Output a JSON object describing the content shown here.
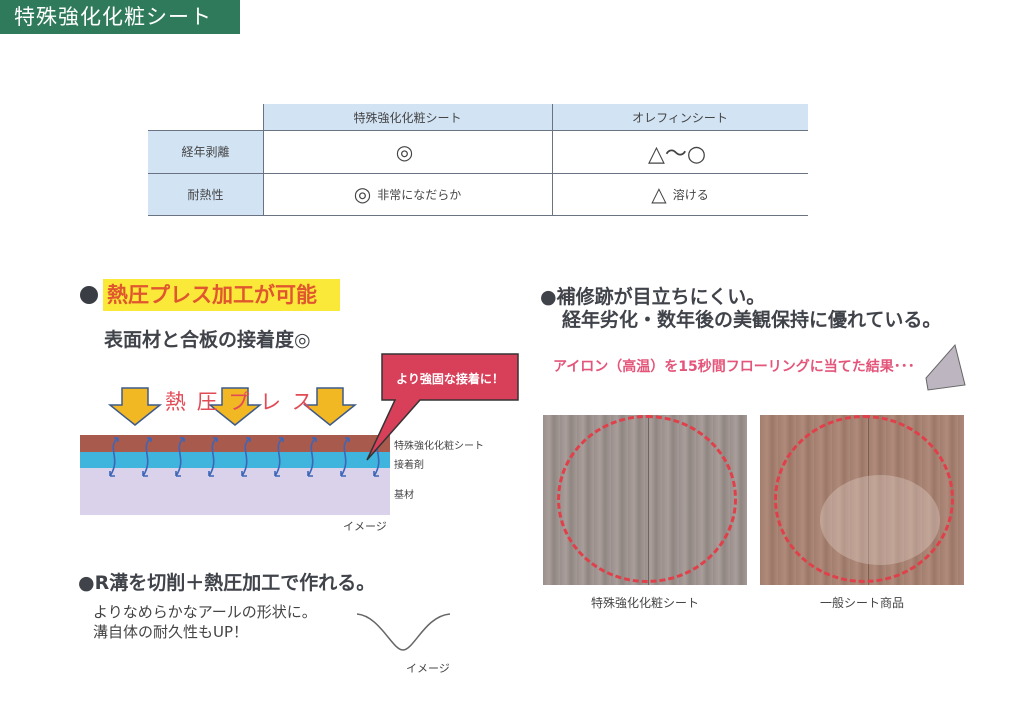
{
  "title": "特殊強化化粧シート",
  "table": {
    "headers": [
      "特殊強化化粧シート",
      "オレフィンシート"
    ],
    "rows": [
      {
        "label": "経年剥離",
        "col1_symbol": "◎",
        "col1_text": "",
        "col2_symbol": "△～○",
        "col2_text": ""
      },
      {
        "label": "耐熱性",
        "col1_symbol": "◎",
        "col1_text": "非常になだらか",
        "col2_symbol": "△",
        "col2_text": "溶ける"
      }
    ]
  },
  "press": {
    "heading": "熱圧プレス加工が可能",
    "sub": "表面材と合板の接着度◎",
    "press_label": "熱 圧 プ レ ス",
    "callout": "より強固な接着に！",
    "layers": [
      "特殊強化化粧シート",
      "接着剤",
      "基材"
    ],
    "image_note": "イメージ",
    "colors": {
      "sheet": "#a85a4c",
      "adhesive": "#3fb4dc",
      "base": "#d9d2ea",
      "arrow": "#f2b824",
      "callout": "#d8405a"
    }
  },
  "groove": {
    "heading": "●R溝を切削＋熱圧加工で作れる。",
    "lines": [
      "よりなめらかなアールの形状に。",
      "溝自体の耐久性もUP！"
    ],
    "image_note": "イメージ"
  },
  "repair": {
    "line1": "●補修跡が目立ちにくい。",
    "line2": "経年劣化・数年後の美観保持に優れている。",
    "test": "アイロン（高温）を15秒間フローリングに当てた結果･･･",
    "captions": [
      "特殊強化化粧シート",
      "一般シート商品"
    ]
  }
}
